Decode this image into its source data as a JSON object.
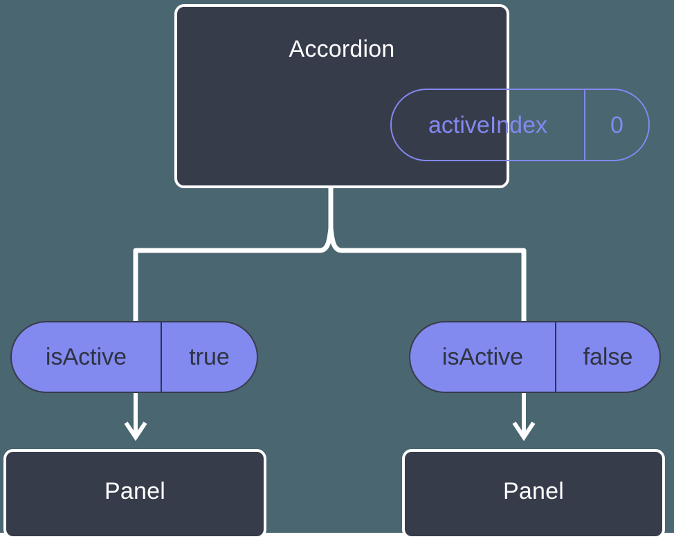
{
  "diagram": {
    "background_color": "#4a6670",
    "node_fill_color": "#373c4b",
    "node_border_color": "#ffffff",
    "accent_color": "#8289ef",
    "connector_color": "#ffffff",
    "root": {
      "title": "Accordion",
      "state": {
        "key": "activeIndex",
        "value": "0"
      }
    },
    "branches": [
      {
        "prop": {
          "key": "isActive",
          "value": "true"
        },
        "child_title": "Panel"
      },
      {
        "prop": {
          "key": "isActive",
          "value": "false"
        },
        "child_title": "Panel"
      }
    ]
  }
}
